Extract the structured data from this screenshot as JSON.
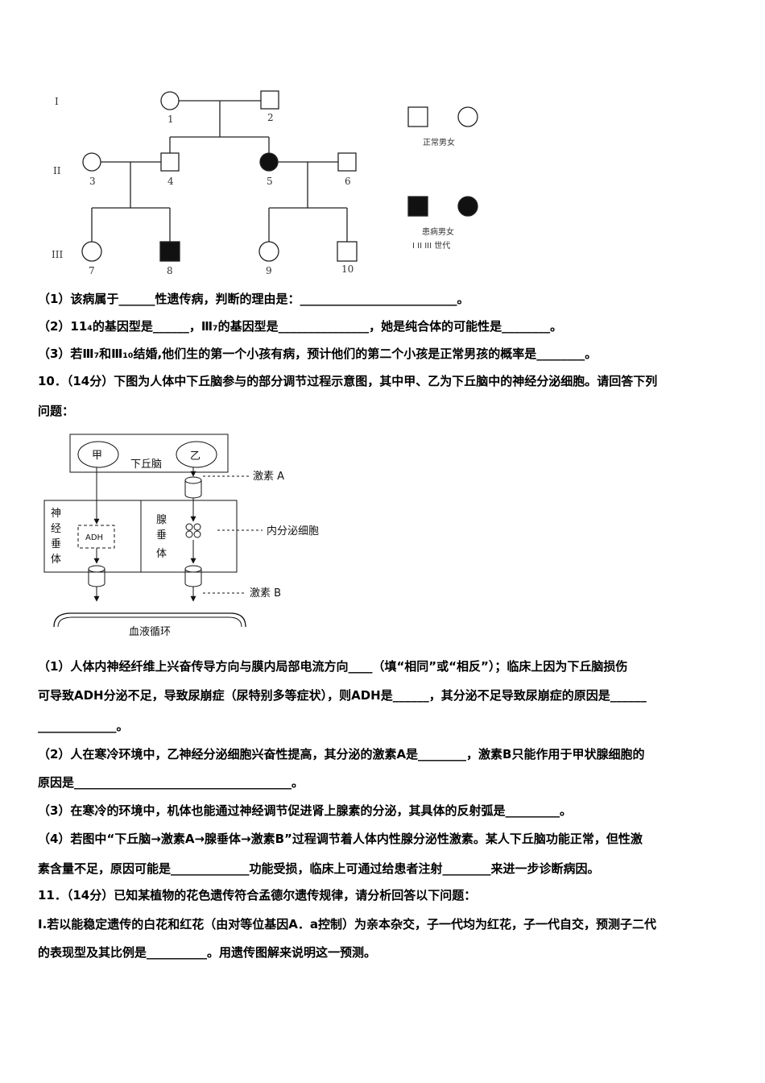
{
  "pedigree": {
    "generations": [
      "I",
      "II",
      "III"
    ],
    "individual_numbers": [
      "1",
      "2",
      "3",
      "4",
      "5",
      "6",
      "7",
      "8",
      "9",
      "10"
    ],
    "legend_normal": "正常男女",
    "legend_affected": "患病男女",
    "legend_generation": "I II III 世代"
  },
  "q9": {
    "p1": "（1）该病属于______性遗传病，判断的理由是：__________________________。",
    "p2": "（2）11₄的基因型是______，Ⅲ₇的基因型是_______________，她是纯合体的可能性是________。",
    "p3": "（3）若Ⅲ₇和Ⅲ₁₀结婚,他们生的第一个小孩有病，预计他们的第二个小孩是正常男孩的概率是________。"
  },
  "q10": {
    "stem_l1": "10．（14分）下图为人体中下丘脑参与的部分调节过程示意图，其中甲、乙为下丘脑中的神经分泌细胞。请回答下列",
    "stem_l2": "问题：",
    "diagram": {
      "hypothalamus": "下丘脑",
      "cell_a": "甲",
      "cell_b": "乙",
      "hormone_a": "激素 A",
      "neurohypophysis": [
        "神",
        "经",
        "垂",
        "体"
      ],
      "adh": "ADH",
      "adenohypophysis": [
        "腺",
        "垂",
        "体"
      ],
      "endocrine_cell": "内分泌细胞",
      "hormone_b": "激素 B",
      "blood": "血液循环"
    },
    "p1_l1": "（1）人体内神经纤维上兴奋传导方向与膜内局部电流方向____（填“相同”或“相反”）；临床上因为下丘脑损伤",
    "p1_l2": "可导致ADH分泌不足，导致尿崩症（尿特别多等症状），则ADH是______，其分泌不足导致尿崩症的原因是______",
    "p1_l3": "_____________。",
    "p2_l1": "（2）人在寒冷环境中，乙神经分泌细胞兴奋性提高，其分泌的激素A是________，激素B只能作用于甲状腺细胞的",
    "p2_l2": "原因是____________________________________。",
    "p3": "（3）在寒冷的环境中，机体也能通过神经调节促进肾上腺素的分泌，其具体的反射弧是_________。",
    "p4_l1": "（4）若图中“下丘脑→激素A→腺垂体→激素B”过程调节着人体内性腺分泌性激素。某人下丘脑功能正常，但性激",
    "p4_l2": "素含量不足，原因可能是_____________功能受损，临床上可通过给患者注射________来进一步诊断病因。"
  },
  "q11": {
    "stem": "11．（14分）已知某植物的花色遗传符合孟德尔遗传规律，请分析回答以下问题：",
    "p1_l1": "I.若以能稳定遗传的白花和红花（由对等位基因A．a控制）为亲本杂交，子一代均为红花，子一代自交，预测子二代",
    "p1_l2": "的表现型及其比例是__________。用遗传图解来说明这一预测。"
  }
}
